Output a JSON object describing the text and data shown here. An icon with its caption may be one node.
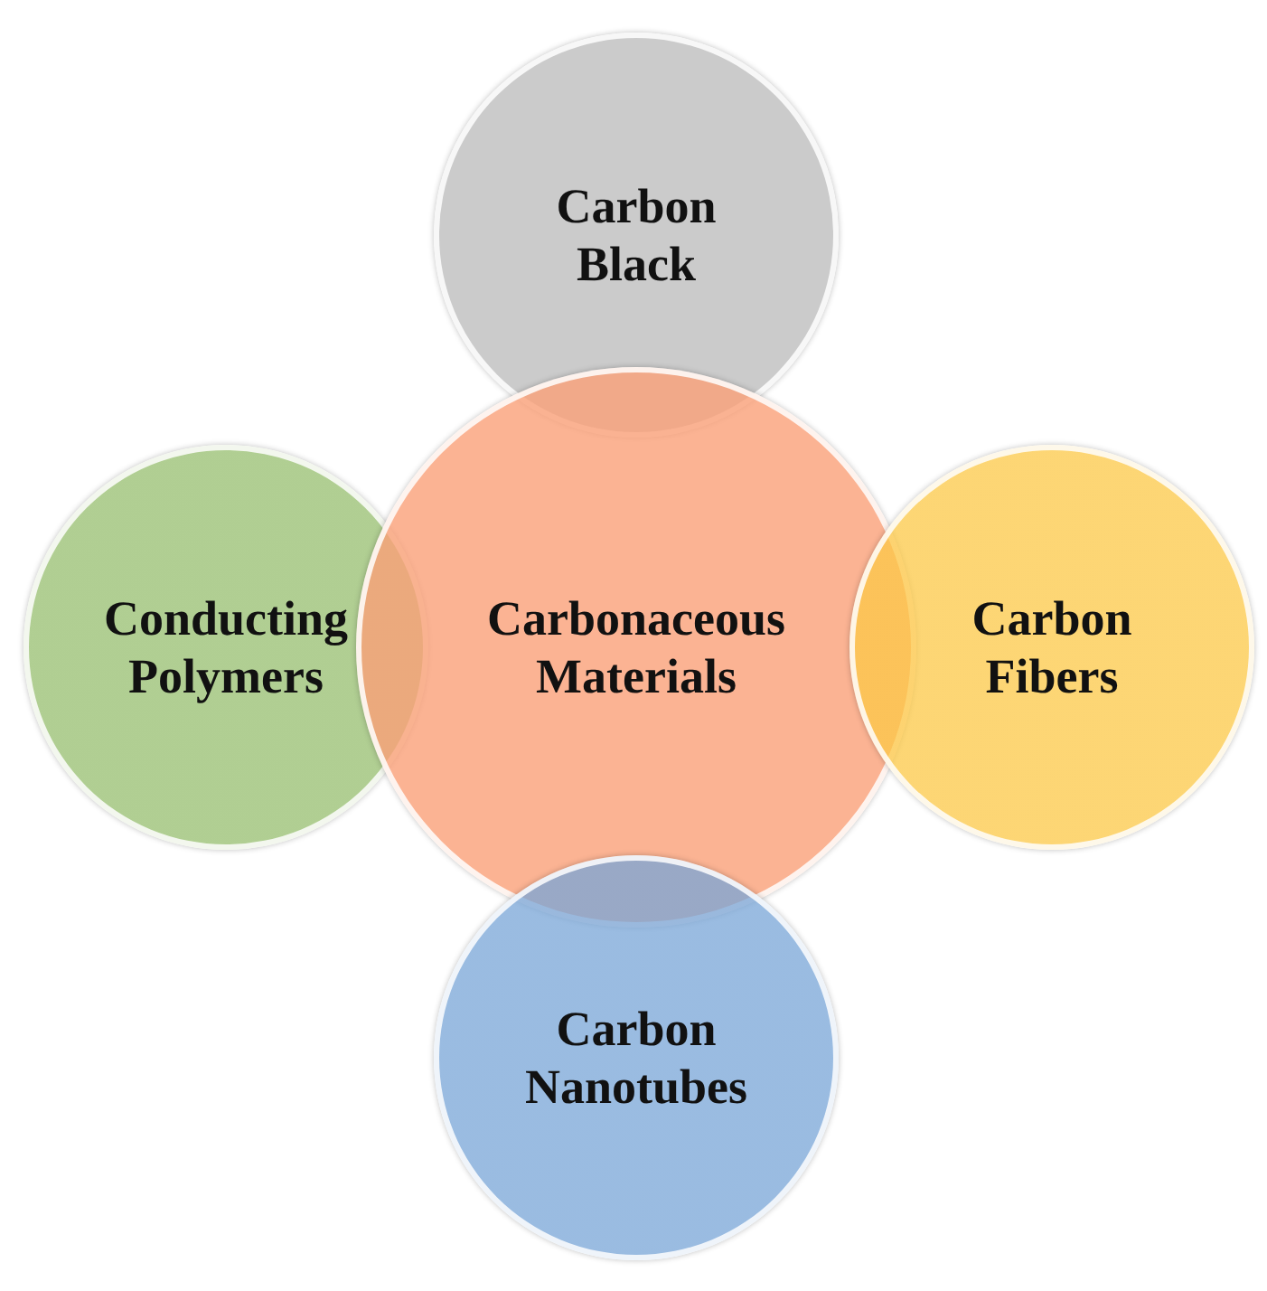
{
  "diagram": {
    "nodes": [
      {
        "text": [
          "Carbon Black"
        ]
      },
      {
        "text": [
          "Conducting Polymers"
        ]
      },
      {
        "text": [
          "Carbonaceous Materials"
        ]
      },
      {
        "text": [
          "Carbon Fibers"
        ]
      },
      {
        "text": [
          "Carbon Nanotubes"
        ]
      }
    ]
  }
}
